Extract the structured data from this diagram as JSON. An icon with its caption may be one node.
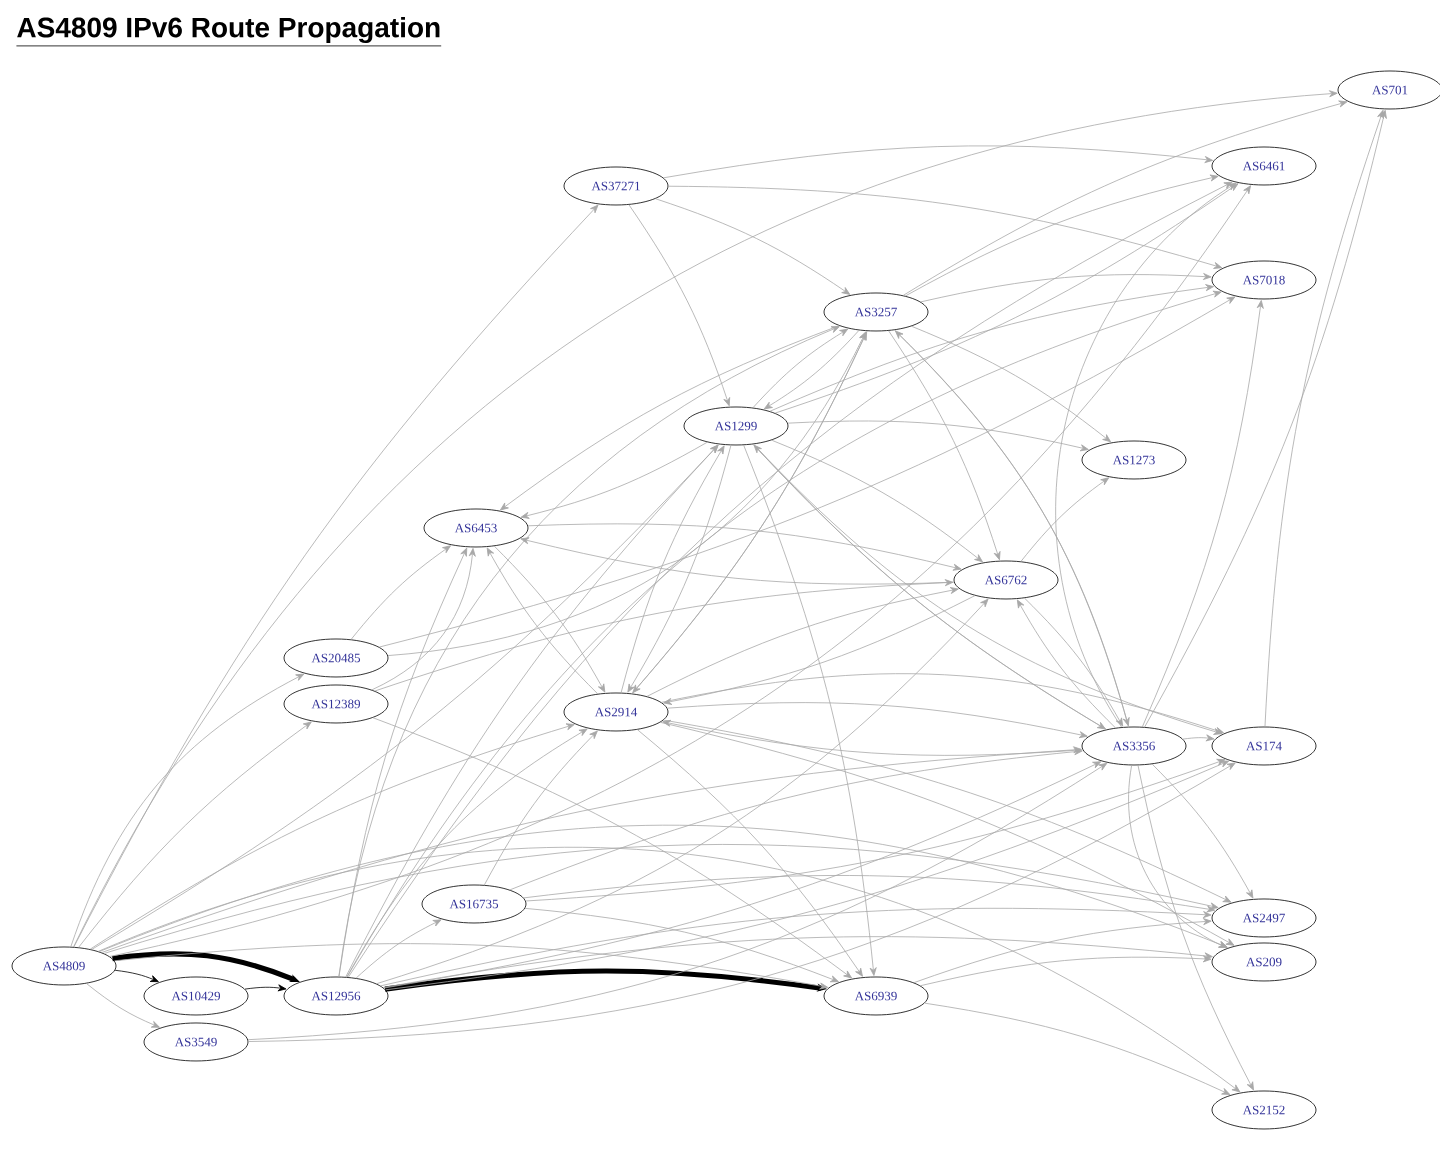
{
  "diagram": {
    "title": "AS4809 IPv6 Route Propagation",
    "nodes": [
      {
        "text": [
          "AS701"
        ]
      },
      {
        "text": [
          "AS6461"
        ]
      },
      {
        "text": [
          "AS7018"
        ]
      },
      {
        "text": [
          "AS37271"
        ]
      },
      {
        "text": [
          "AS3257"
        ]
      },
      {
        "text": [
          "AS1299"
        ]
      },
      {
        "text": [
          "AS1273"
        ]
      },
      {
        "text": [
          "AS6453"
        ]
      },
      {
        "text": [
          "AS6762"
        ]
      },
      {
        "text": [
          "AS20485"
        ]
      },
      {
        "text": [
          "AS12389"
        ]
      },
      {
        "text": [
          "AS2914"
        ]
      },
      {
        "text": [
          "AS3356"
        ]
      },
      {
        "text": [
          "AS174"
        ]
      },
      {
        "text": [
          "AS16735"
        ]
      },
      {
        "text": [
          "AS2497"
        ]
      },
      {
        "text": [
          "AS209"
        ]
      },
      {
        "text": [
          "AS4809"
        ]
      },
      {
        "text": [
          "AS10429"
        ]
      },
      {
        "text": [
          "AS12956"
        ]
      },
      {
        "text": [
          "AS6939"
        ]
      },
      {
        "text": [
          "AS3549"
        ]
      },
      {
        "text": [
          "AS2152"
        ]
      }
    ],
    "edges": [
      {
        "from": 17,
        "to": 19,
        "arrow": "to",
        "style": "thick",
        "color": "#000000"
      },
      {
        "from": 17,
        "to": 18,
        "arrow": "to",
        "color": "#000000"
      },
      {
        "from": 18,
        "to": 19,
        "arrow": "to",
        "color": "#000000"
      },
      {
        "from": 19,
        "to": 20,
        "arrow": "to",
        "style": "thick",
        "color": "#000000"
      },
      {
        "from": 17,
        "to": 21,
        "arrow": "to"
      },
      {
        "from": 17,
        "to": 11,
        "arrow": "to"
      },
      {
        "from": 17,
        "to": 9,
        "arrow": "to"
      },
      {
        "from": 17,
        "to": 10,
        "arrow": "to"
      },
      {
        "from": 17,
        "to": 5,
        "arrow": "to"
      },
      {
        "from": 17,
        "to": 3,
        "arrow": "to"
      },
      {
        "from": 17,
        "to": 1,
        "arrow": "to"
      },
      {
        "from": 17,
        "to": 0,
        "arrow": "to"
      },
      {
        "from": 17,
        "to": 20,
        "arrow": "to"
      },
      {
        "from": 17,
        "to": 16,
        "arrow": "to"
      },
      {
        "from": 17,
        "to": 15,
        "arrow": "to"
      },
      {
        "from": 17,
        "to": 22,
        "arrow": "to"
      },
      {
        "from": 17,
        "to": 12,
        "arrow": "to"
      },
      {
        "from": 19,
        "to": 7,
        "arrow": "to"
      },
      {
        "from": 19,
        "to": 11,
        "arrow": "to"
      },
      {
        "from": 19,
        "to": 4,
        "arrow": "to"
      },
      {
        "from": 19,
        "to": 5,
        "arrow": "to"
      },
      {
        "from": 19,
        "to": 8,
        "arrow": "to"
      },
      {
        "from": 19,
        "to": 12,
        "arrow": "to"
      },
      {
        "from": 19,
        "to": 13,
        "arrow": "to"
      },
      {
        "from": 19,
        "to": 15,
        "arrow": "to"
      },
      {
        "from": 19,
        "to": 16,
        "arrow": "to"
      },
      {
        "from": 19,
        "to": 14,
        "arrow": "to"
      },
      {
        "from": 19,
        "to": 1,
        "arrow": "to"
      },
      {
        "from": 19,
        "to": 2,
        "arrow": "to"
      },
      {
        "from": 21,
        "to": 12,
        "arrow": "to"
      },
      {
        "from": 21,
        "to": 13,
        "arrow": "to"
      },
      {
        "from": 9,
        "to": 7,
        "arrow": "to"
      },
      {
        "from": 9,
        "to": 2,
        "arrow": "to"
      },
      {
        "from": 9,
        "to": 4,
        "arrow": "to"
      },
      {
        "from": 10,
        "to": 7,
        "arrow": "to"
      },
      {
        "from": 10,
        "to": 8,
        "arrow": "to"
      },
      {
        "from": 10,
        "to": 20,
        "arrow": "to"
      },
      {
        "from": 14,
        "to": 11,
        "arrow": "to"
      },
      {
        "from": 14,
        "to": 20,
        "arrow": "to"
      },
      {
        "from": 14,
        "to": 12,
        "arrow": "to"
      },
      {
        "from": 14,
        "to": 13,
        "arrow": "to"
      },
      {
        "from": 14,
        "to": 15,
        "arrow": "to"
      },
      {
        "from": 3,
        "to": 4,
        "arrow": "to"
      },
      {
        "from": 3,
        "to": 2,
        "arrow": "to"
      },
      {
        "from": 3,
        "to": 1,
        "arrow": "to"
      },
      {
        "from": 3,
        "to": 5,
        "arrow": "to"
      },
      {
        "from": 4,
        "to": 2,
        "arrow": "to"
      },
      {
        "from": 4,
        "to": 1,
        "arrow": "to"
      },
      {
        "from": 4,
        "to": 0,
        "arrow": "to"
      },
      {
        "from": 4,
        "to": 6,
        "arrow": "to"
      },
      {
        "from": 4,
        "to": 8,
        "arrow": "to"
      },
      {
        "from": 4,
        "to": 12,
        "arrow": "to"
      },
      {
        "from": 4,
        "to": 5,
        "arrow": "to"
      },
      {
        "from": 4,
        "to": 7,
        "arrow": "to"
      },
      {
        "from": 4,
        "to": 11,
        "arrow": "to"
      },
      {
        "from": 5,
        "to": 4,
        "arrow": "to"
      },
      {
        "from": 5,
        "to": 6,
        "arrow": "to"
      },
      {
        "from": 5,
        "to": 8,
        "arrow": "to"
      },
      {
        "from": 5,
        "to": 12,
        "arrow": "to"
      },
      {
        "from": 5,
        "to": 7,
        "arrow": "to"
      },
      {
        "from": 5,
        "to": 11,
        "arrow": "to"
      },
      {
        "from": 5,
        "to": 20,
        "arrow": "to"
      },
      {
        "from": 5,
        "to": 1,
        "arrow": "to"
      },
      {
        "from": 5,
        "to": 2,
        "arrow": "to"
      },
      {
        "from": 5,
        "to": 13,
        "arrow": "to"
      },
      {
        "from": 11,
        "to": 5,
        "arrow": "to"
      },
      {
        "from": 11,
        "to": 4,
        "arrow": "to"
      },
      {
        "from": 11,
        "to": 7,
        "arrow": "to"
      },
      {
        "from": 11,
        "to": 8,
        "arrow": "to"
      },
      {
        "from": 11,
        "to": 12,
        "arrow": "to"
      },
      {
        "from": 11,
        "to": 20,
        "arrow": "to"
      },
      {
        "from": 11,
        "to": 16,
        "arrow": "to"
      },
      {
        "from": 11,
        "to": 15,
        "arrow": "to"
      },
      {
        "from": 11,
        "to": 13,
        "arrow": "to"
      },
      {
        "from": 7,
        "to": 11,
        "arrow": "to"
      },
      {
        "from": 7,
        "to": 8,
        "arrow": "to"
      },
      {
        "from": 8,
        "to": 6,
        "arrow": "to"
      },
      {
        "from": 8,
        "to": 7,
        "arrow": "to"
      },
      {
        "from": 8,
        "to": 12,
        "arrow": "to"
      },
      {
        "from": 8,
        "to": 11,
        "arrow": "to"
      },
      {
        "from": 12,
        "to": 4,
        "arrow": "to"
      },
      {
        "from": 12,
        "to": 5,
        "arrow": "to"
      },
      {
        "from": 12,
        "to": 8,
        "arrow": "to"
      },
      {
        "from": 12,
        "to": 11,
        "arrow": "to"
      },
      {
        "from": 12,
        "to": 13,
        "arrow": "to"
      },
      {
        "from": 12,
        "to": 0,
        "arrow": "to"
      },
      {
        "from": 12,
        "to": 1,
        "arrow": "to"
      },
      {
        "from": 12,
        "to": 2,
        "arrow": "to"
      },
      {
        "from": 12,
        "to": 15,
        "arrow": "to"
      },
      {
        "from": 12,
        "to": 16,
        "arrow": "to"
      },
      {
        "from": 12,
        "to": 22,
        "arrow": "to"
      },
      {
        "from": 20,
        "to": 16,
        "arrow": "to"
      },
      {
        "from": 20,
        "to": 15,
        "arrow": "to"
      },
      {
        "from": 20,
        "to": 22,
        "arrow": "to"
      },
      {
        "from": 13,
        "to": 0,
        "arrow": "to"
      }
    ]
  }
}
